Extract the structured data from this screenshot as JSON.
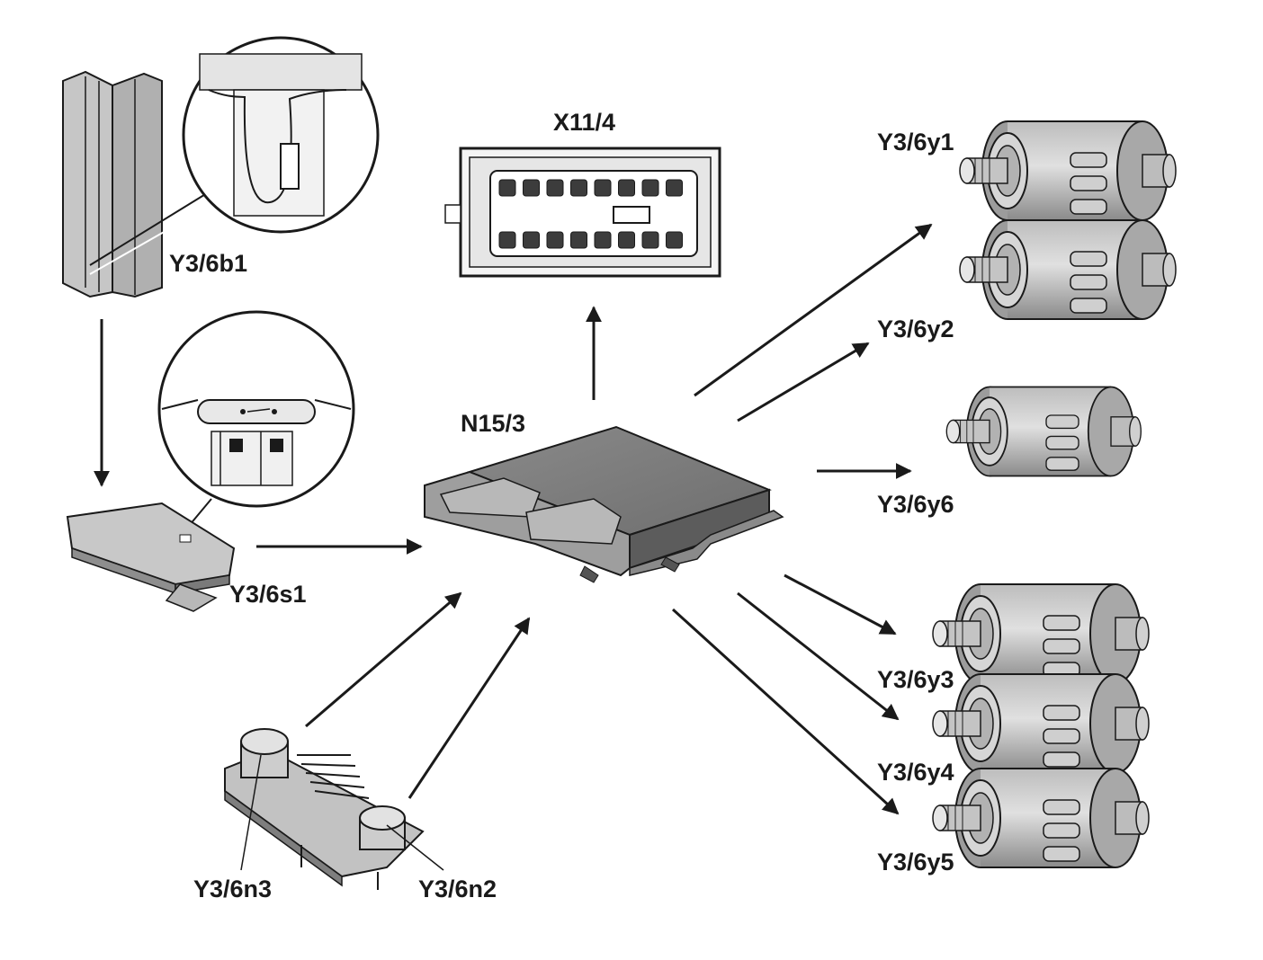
{
  "labels": {
    "connector": "X11/4",
    "control_unit": "N15/3",
    "temp_sensor": "Y3/6b1",
    "starter_lockout": "Y3/6s1",
    "speed_sensor_n3": "Y3/6n3",
    "speed_sensor_n2": "Y3/6n2",
    "solenoid_y1": "Y3/6y1",
    "solenoid_y2": "Y3/6y2",
    "solenoid_y6": "Y3/6y6",
    "solenoid_y3": "Y3/6y3",
    "solenoid_y4": "Y3/6y4",
    "solenoid_y5": "Y3/6y5"
  },
  "colors": {
    "line": "#1a1a1a",
    "metal_light": "#d4d4d4",
    "metal_mid": "#9a9a9a",
    "metal_dark": "#5e5e5e"
  }
}
